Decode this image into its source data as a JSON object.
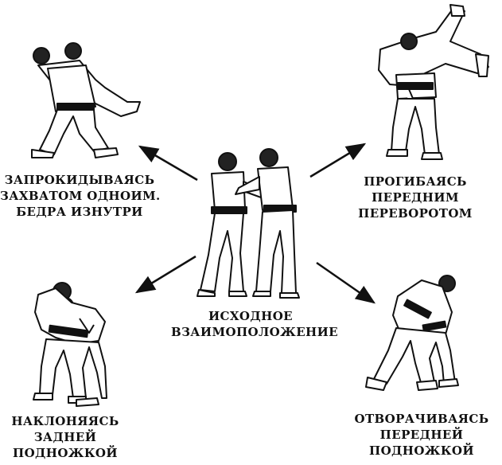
{
  "colors": {
    "ink": "#111111",
    "belt": "#111111",
    "background": "#ffffff"
  },
  "center": {
    "caption_lines": [
      "ИСХОДНОЕ",
      "ВЗАИМОПОЛОЖЕНИЕ"
    ]
  },
  "top_left": {
    "caption_lines": [
      "ЗАПРОКИДЫВАЯСЬ",
      "ЗАХВАТОМ ОДНОИМ.",
      "БЕДРА ИЗНУТРИ"
    ]
  },
  "top_right": {
    "caption_lines": [
      "ПРОГИБАЯСЬ",
      "ПЕРЕДНИМ",
      "ПЕРЕВОРОТОМ"
    ]
  },
  "bottom_left": {
    "caption_lines": [
      "НАКЛОНЯЯСЬ",
      "ЗАДНЕЙ",
      "ПОДНОЖКОЙ"
    ]
  },
  "bottom_right": {
    "caption_lines": [
      "ОТВОРАЧИВАЯСЬ",
      "ПЕРЕДНЕЙ",
      "ПОДНОЖКОЙ"
    ]
  }
}
